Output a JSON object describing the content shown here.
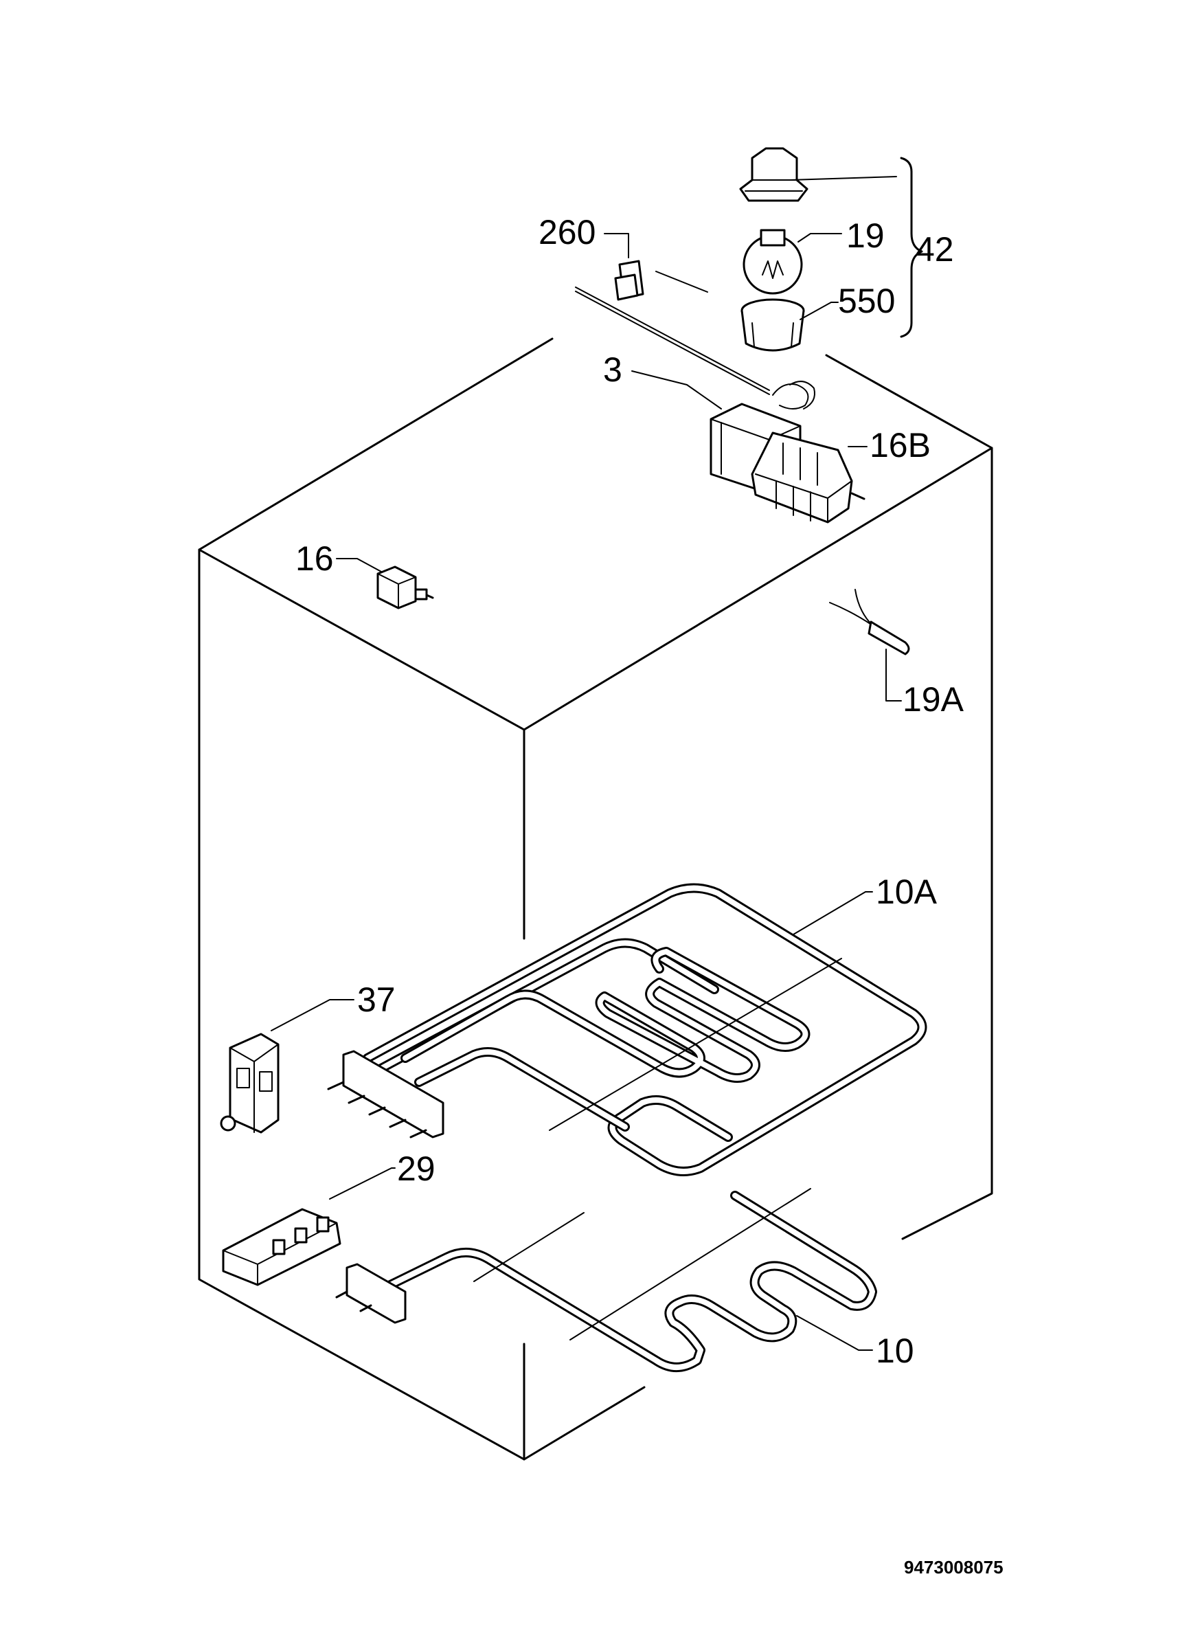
{
  "diagram": {
    "doc_code": "9473008075",
    "labels": {
      "l260": "260",
      "l19": "19",
      "l42": "42",
      "l550": "550",
      "l3": "3",
      "l16b": "16B",
      "l16": "16",
      "l19a": "19A",
      "l10a": "10A",
      "l37": "37",
      "l29": "29",
      "l10": "10"
    }
  }
}
